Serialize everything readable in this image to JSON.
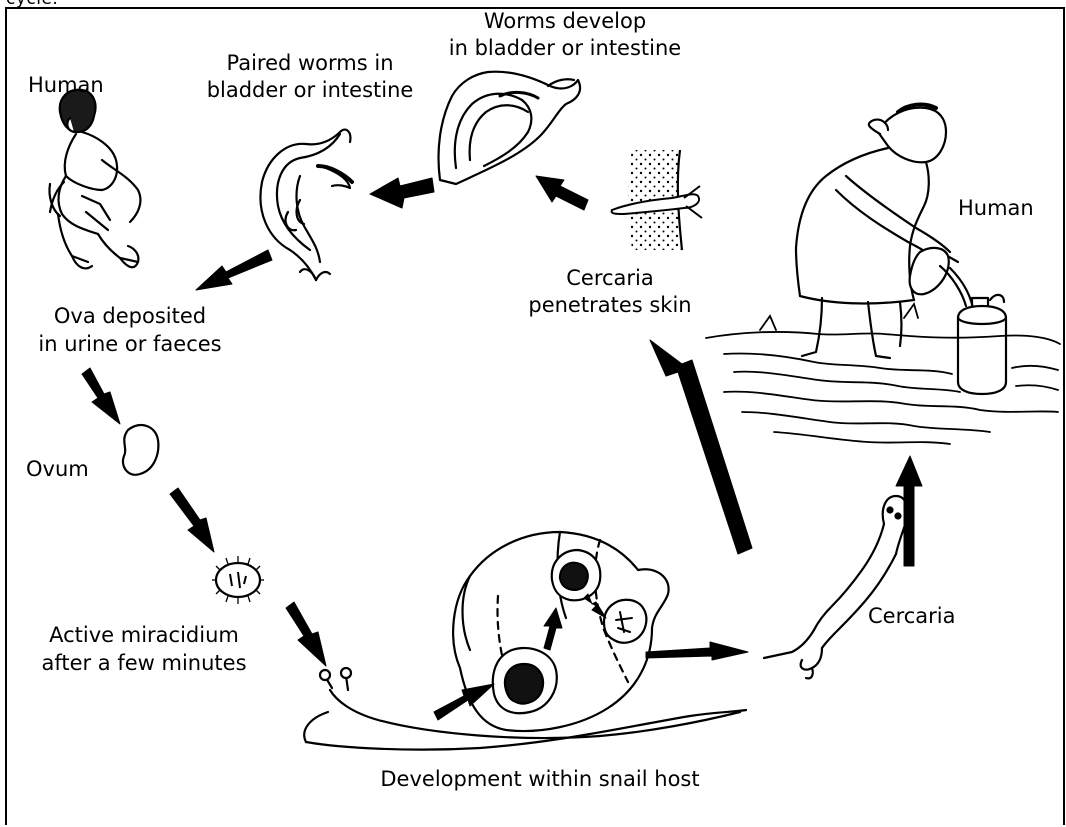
{
  "caption_fragment": "cycle.",
  "labels": {
    "human_left": "Human",
    "paired_worms_line1": "Paired worms in",
    "paired_worms_line2": "bladder or intestine",
    "worms_develop_line1": "Worms develop",
    "worms_develop_line2": "in bladder or intestine",
    "human_right": "Human",
    "cercaria_penetrates_line1": "Cercaria",
    "cercaria_penetrates_line2": "penetrates skin",
    "ova_line1": "Ova deposited",
    "ova_line2": "in urine or faeces",
    "ovum": "Ovum",
    "miracidium_line1": "Active  miracidium",
    "miracidium_line2": "after a few minutes",
    "cercaria": "Cercaria",
    "snail_development": "Development within snail host"
  }
}
